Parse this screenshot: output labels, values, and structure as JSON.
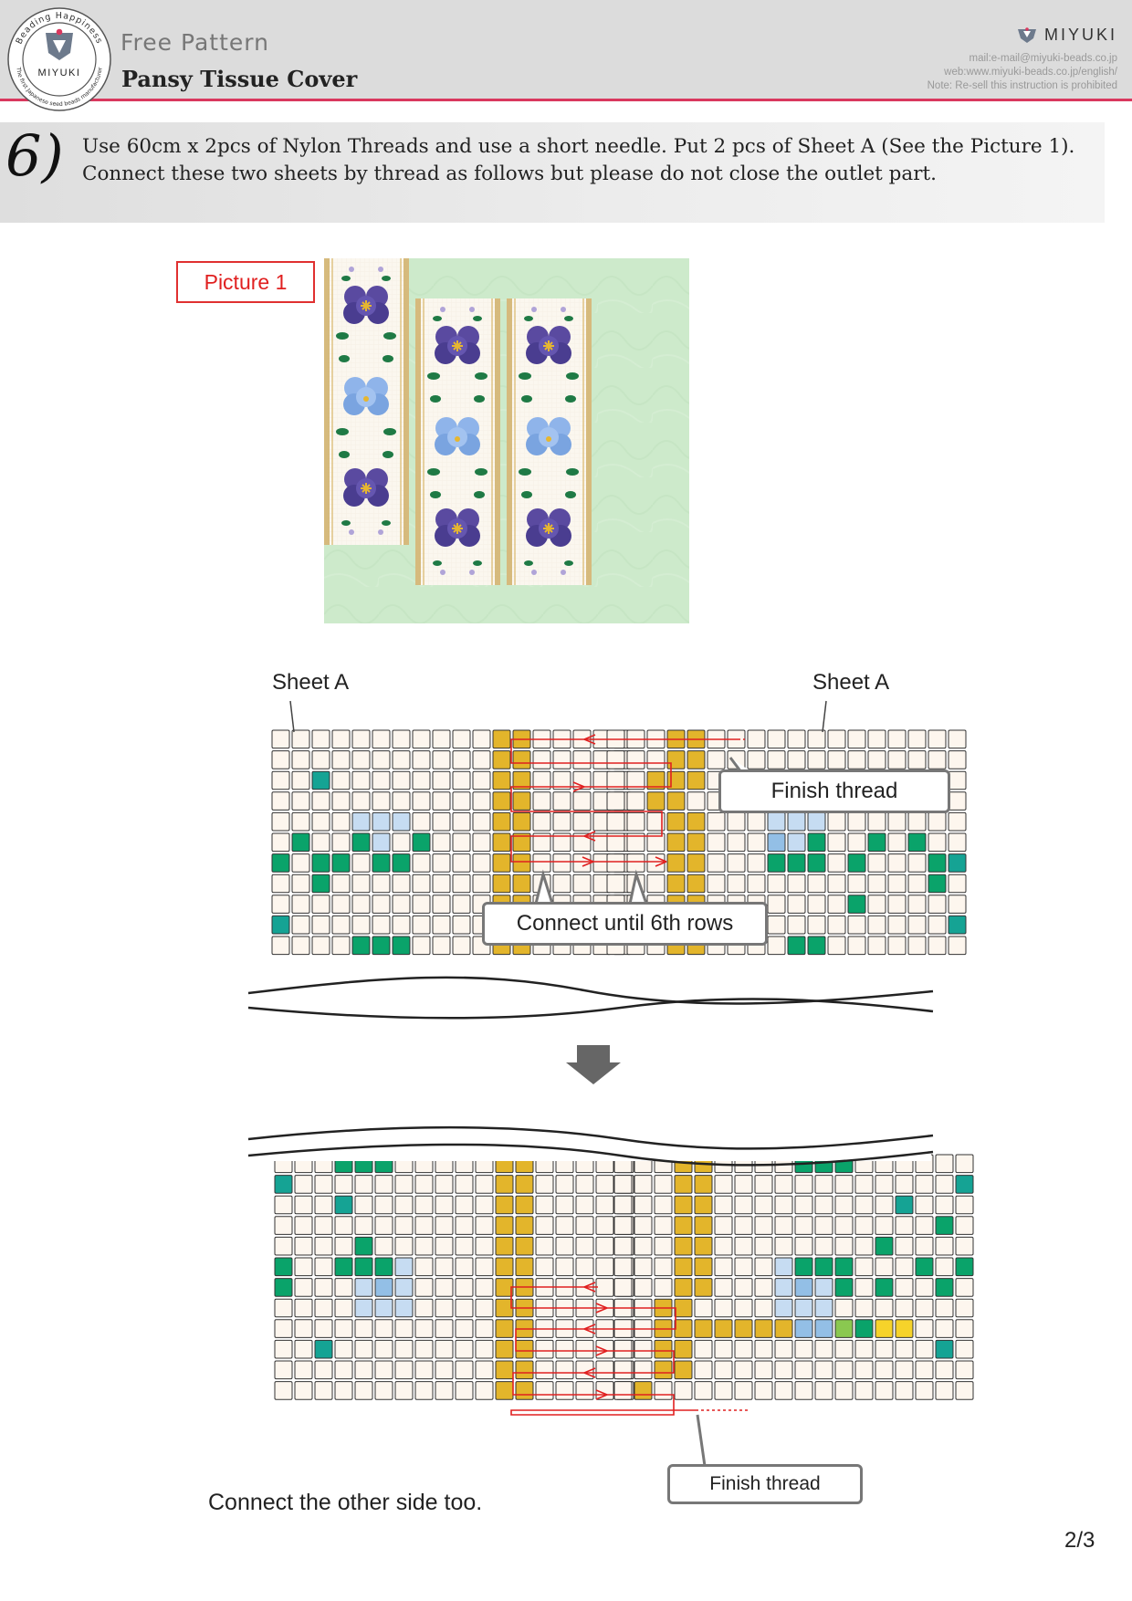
{
  "header": {
    "logo_ring_top": "Beading Happiness",
    "logo_ring_bottom": "The first Japanese seed beads manufacturer",
    "logo_name": "MIYUKI",
    "free_pattern": "Free Pattern",
    "title": "Pansy Tissue Cover",
    "brand": "MIYUKI",
    "contact_mail": "mail:e-mail@miyuki-beads.co.jp",
    "contact_web": "web:www.miyuki-beads.co.jp/english/",
    "contact_note": "Note: Re-sell this instruction is prohibited",
    "accent_color": "#d9385e"
  },
  "step": {
    "number": "6)",
    "line1": "Use 60cm x 2pcs of Nylon Threads and use a short needle. Put 2 pcs of Sheet A (See the Picture 1).",
    "line2": "Connect these two sheets by thread as follows but please do not close the outlet part."
  },
  "picture": {
    "label": "Picture 1",
    "background_color": "#cdeacb"
  },
  "diagram_top": {
    "sheet_left_label": "Sheet A",
    "sheet_right_label": "Sheet A",
    "finish_label": "Finish thread",
    "connect_label": "Connect until 6th rows"
  },
  "diagram_bottom": {
    "finish_label": "Finish thread"
  },
  "bead_colors": {
    "cream": "#fdf6ee",
    "gold": "#e3b52b",
    "teal": "#15a394",
    "green": "#0aa36a",
    "light_blue": "#c6dcf2",
    "mid_blue": "#93bfe6",
    "lime": "#8ac850",
    "yellow": "#f6d32a",
    "thread": "#e02020"
  },
  "footer": {
    "note": "Connect the other side too.",
    "page": "2/3"
  }
}
